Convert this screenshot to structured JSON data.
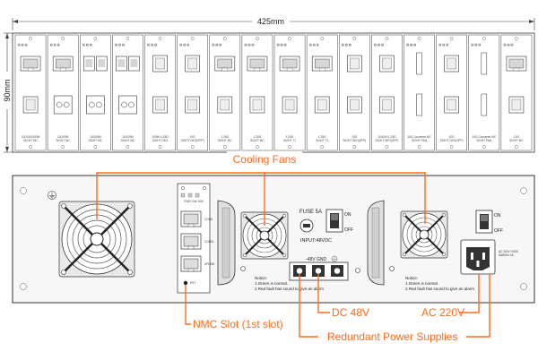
{
  "dimensions": {
    "width_label": "425mm",
    "height_label": "90mm"
  },
  "front_panel": {
    "slot_count": 16,
    "slot_captions": [
      "10/100/1000M\nSIGHT MC",
      "10/100M\nSIGHT MC",
      "10/100M\nSIGHT MC",
      "10/100M\nSIGHT MC",
      "100M+1.25G\nSIGHT DEO",
      "10G\nSIGHT DEO(SFP)",
      "1.25G\nSIGHT MC",
      "1.25G\nSIGHT MC",
      "1.25G\nSIGHT T1",
      "1.25G\nSIGHT T1",
      "10G\nSIGHT DEO(SFP)",
      "10/100+1.25G\nSIGHT DEO(SFP)",
      "10G Converter MC\nSIGHT PAN",
      "10G\nSIGHT DEO(SFP)",
      "10G Converter MC\nSIGHT PAN",
      "10G\nSIGHT MC"
    ]
  },
  "rear_panel": {
    "fuse_label": "FUSE 5A",
    "input_label": "INPUT:48VDC",
    "on_label": "ON",
    "off_label": "OFF",
    "terminal_label": "-48V GND",
    "notice_title": "Notice:",
    "notice_line1": "1.Green is normal.",
    "notice_line2": "2.Red fault has sound to give an alarm",
    "nmc_ports": [
      "CONS",
      "CONSL",
      "UPLINK"
    ],
    "nmc_rst": "RST",
    "nmc_header": "PWR LNK 10M",
    "ac_spec": "AC 110V~240V\n50/60Hz 1A"
  },
  "callouts": {
    "cooling_fans": "Cooling Fans",
    "nmc_slot": "NMC Slot (1st slot)",
    "dc": "DC 48V",
    "ac": "AC 220V",
    "redundant": "Redundant Power Supplies"
  },
  "colors": {
    "callout": "#ff6a1a",
    "line": "#333333"
  }
}
